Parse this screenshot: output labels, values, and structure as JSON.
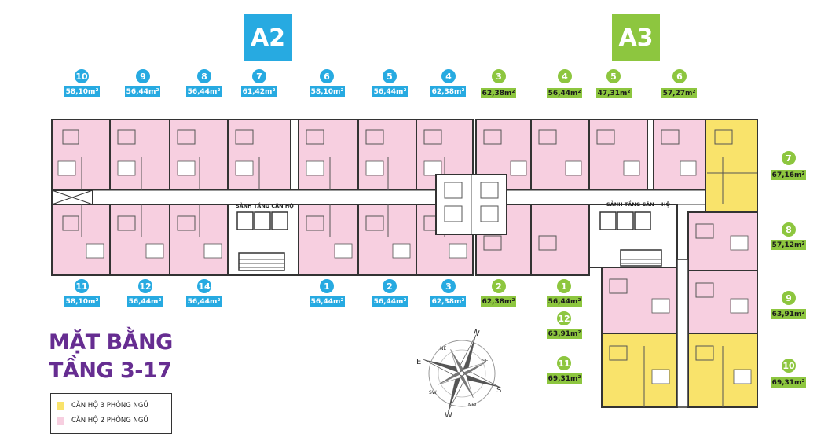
{
  "towers": {
    "a2": {
      "label": "A2",
      "color": "#27aae1"
    },
    "a3": {
      "label": "A3",
      "color": "#8dc63f"
    }
  },
  "a2_top": [
    {
      "num": "10",
      "area": "58,10m²"
    },
    {
      "num": "9",
      "area": "56,44m²"
    },
    {
      "num": "8",
      "area": "56,44m²"
    },
    {
      "num": "7",
      "area": "61,42m²"
    },
    {
      "num": "6",
      "area": "58,10m²"
    },
    {
      "num": "5",
      "area": "56,44m²"
    },
    {
      "num": "4",
      "area": "62,38m²"
    }
  ],
  "a2_bottom": [
    {
      "num": "11",
      "area": "58,10m²"
    },
    {
      "num": "12",
      "area": "56,44m²"
    },
    {
      "num": "14",
      "area": "56,44m²"
    },
    {
      "num": "1",
      "area": "56,44m²"
    },
    {
      "num": "2",
      "area": "56,44m²"
    },
    {
      "num": "3",
      "area": "62,38m²"
    }
  ],
  "a3_top": [
    {
      "num": "3",
      "area": "62,38m²"
    },
    {
      "num": "4",
      "area": "56,44m²"
    },
    {
      "num": "5",
      "area": "47,31m²"
    },
    {
      "num": "6",
      "area": "57,27m²"
    }
  ],
  "a3_bottom": [
    {
      "num": "2",
      "area": "62,38m²"
    },
    {
      "num": "1",
      "area": "56,44m²"
    },
    {
      "num": "12",
      "area": "63,91m²"
    },
    {
      "num": "11",
      "area": "69,31m²"
    }
  ],
  "a3_right": [
    {
      "num": "7",
      "area": "67,16m²"
    },
    {
      "num": "8",
      "area": "57,12m²"
    },
    {
      "num": "9",
      "area": "63,91m²"
    },
    {
      "num": "10",
      "area": "69,31m²"
    }
  ],
  "lobby": {
    "a2": "SẢNH TẦNG CĂN HỘ",
    "a3_line1": "SẢNH TẦNG CĂN",
    "a3_line2": "HỘ"
  },
  "title": {
    "line1": "MẶT BẰNG",
    "line2": "TẦNG 3-17"
  },
  "legend": {
    "three_bed": {
      "label": "CĂN HỘ 3 PHÒNG NGỦ",
      "color": "#f9e36b"
    },
    "two_bed": {
      "label": "CĂN HỘ 2 PHÒNG NGỦ",
      "color": "#f7cfe0"
    }
  },
  "compass": {
    "n": "N",
    "ne": "NE",
    "e": "E",
    "se": "SE",
    "s": "S",
    "sw": "SW",
    "w": "W",
    "nw": "NW"
  }
}
